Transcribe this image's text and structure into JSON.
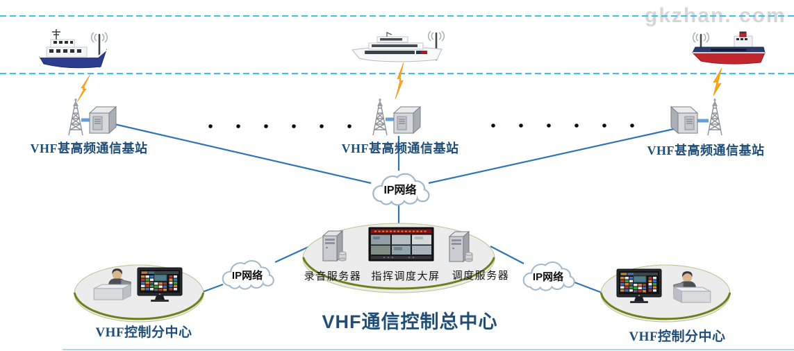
{
  "watermark": "gkzhan. com",
  "stations": [
    {
      "label": "VHF甚高频通信基站"
    },
    {
      "label": "VHF甚高频通信基站"
    },
    {
      "label": "VHF甚高频通信基站"
    }
  ],
  "clouds": [
    {
      "label": "IP网络"
    },
    {
      "label": "IP网络"
    },
    {
      "label": "IP网络"
    }
  ],
  "control_center": {
    "title": "VHF通信控制总中心",
    "devices": [
      {
        "label": "录音服务器"
      },
      {
        "label": "指挥调度大屏"
      },
      {
        "label": "调度服务器"
      }
    ]
  },
  "sub_centers": [
    {
      "label": "VHF控制分中心"
    },
    {
      "label": "VHF控制分中心"
    }
  ],
  "colors": {
    "connection_line": "#2E74B6",
    "sea_dash": "#3FBFE9",
    "station_label": "#1F4E79",
    "title": "#234E74",
    "ellipse_border": "#6F7F1C",
    "lightning": "#FFA617"
  }
}
